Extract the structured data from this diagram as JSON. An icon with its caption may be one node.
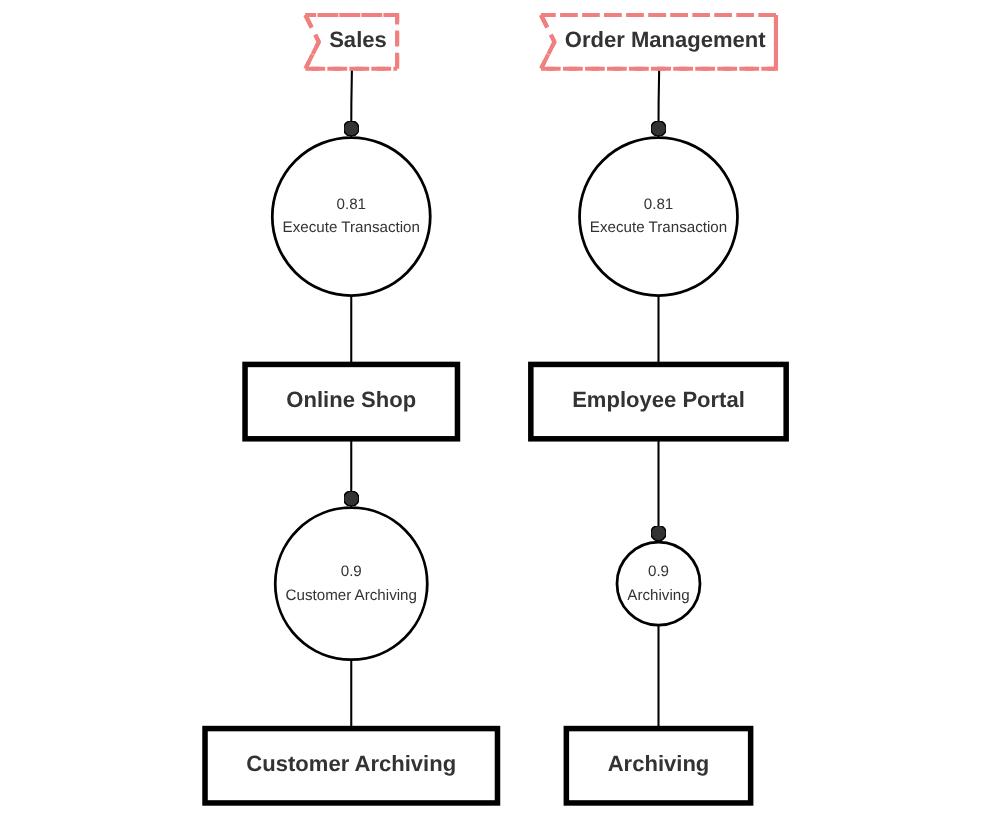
{
  "diagram": {
    "nodes": [
      {
        "text": [
          "Sales"
        ]
      },
      {
        "text": [
          "0.81",
          "Execute Transaction"
        ]
      },
      {
        "text": [
          "Online Shop"
        ]
      },
      {
        "text": [
          "0.9",
          "Customer Archiving"
        ]
      },
      {
        "text": [
          "Customer Archiving"
        ]
      },
      {
        "text": [
          "Order Management"
        ]
      },
      {
        "text": [
          "0.81",
          "Execute Transaction"
        ]
      },
      {
        "text": [
          "Employee Portal"
        ]
      },
      {
        "text": [
          "0.9",
          "Archiving"
        ]
      },
      {
        "text": [
          "Archiving"
        ]
      }
    ],
    "edges": [
      {
        "from": 0,
        "to": 1,
        "arrow": "other"
      },
      {
        "from": 1,
        "to": 2,
        "arrow": "none"
      },
      {
        "from": 2,
        "to": 3,
        "arrow": "other"
      },
      {
        "from": 3,
        "to": 4,
        "arrow": "none"
      },
      {
        "from": 5,
        "to": 6,
        "arrow": "other"
      },
      {
        "from": 6,
        "to": 7,
        "arrow": "none"
      },
      {
        "from": 7,
        "to": 8,
        "arrow": "other"
      },
      {
        "from": 8,
        "to": 9,
        "arrow": "none"
      }
    ]
  }
}
